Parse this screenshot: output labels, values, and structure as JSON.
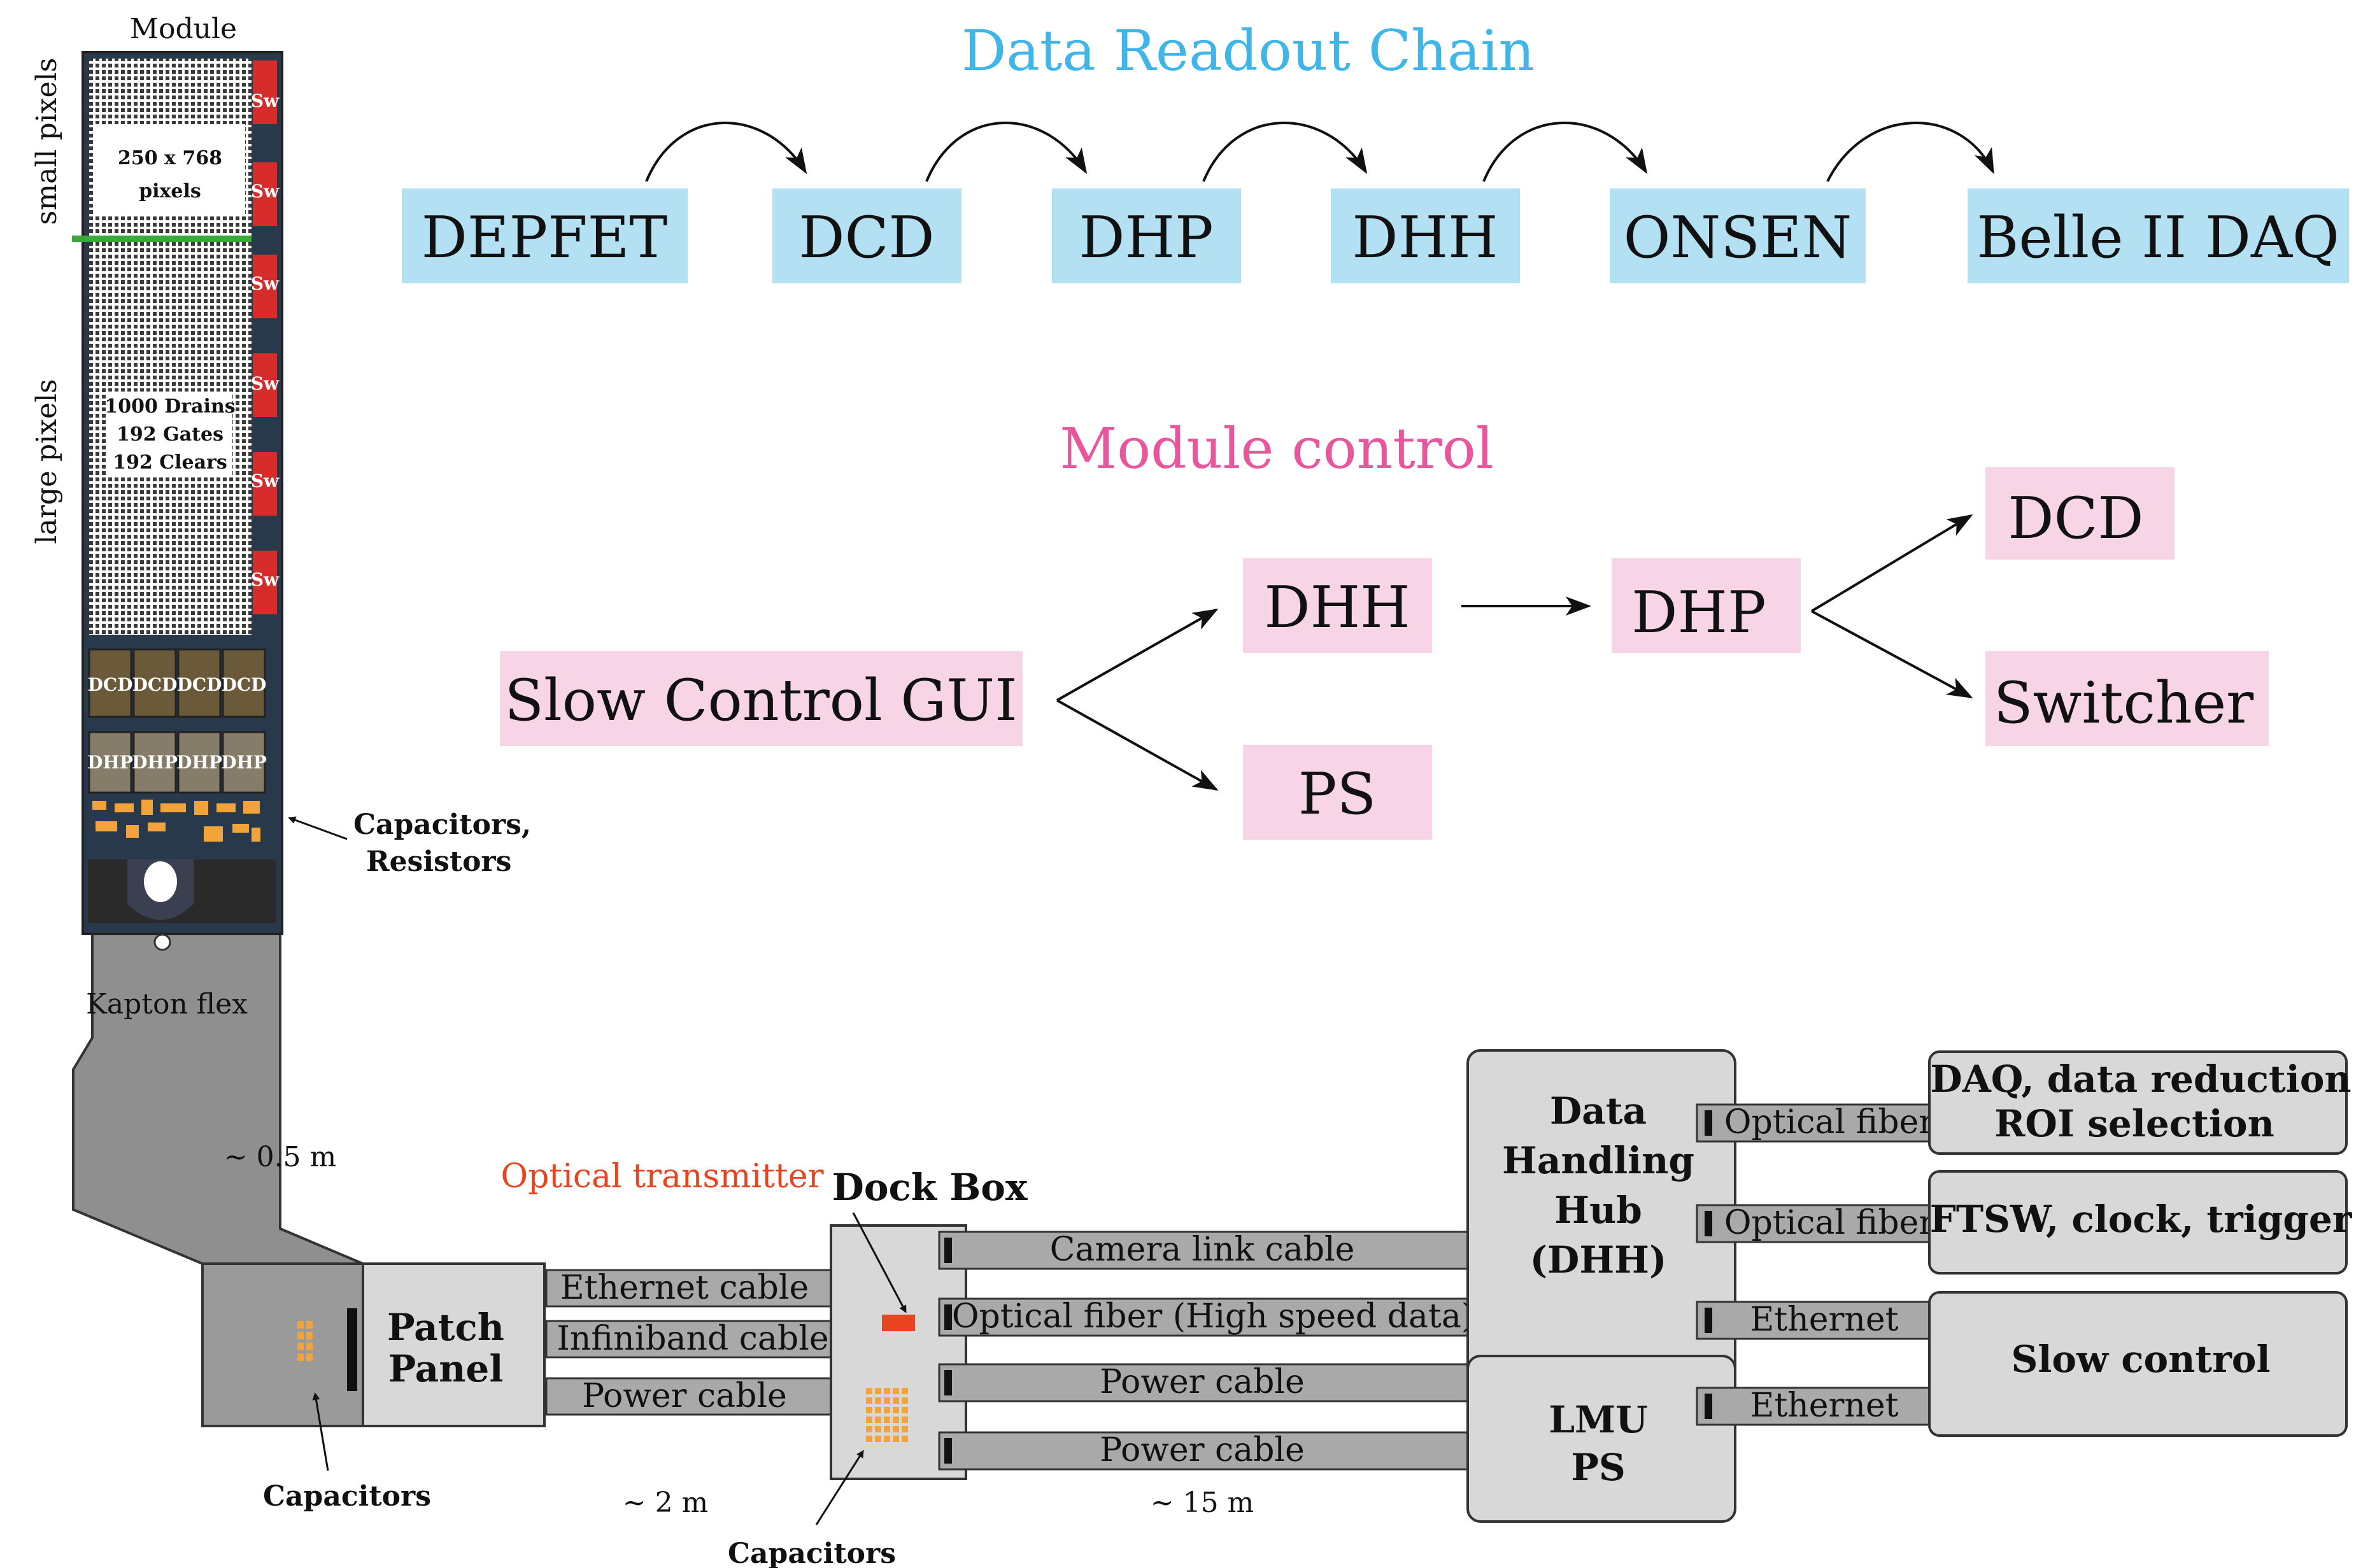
{
  "readout": {
    "title": "Data Readout Chain",
    "chain": [
      "DEPFET",
      "DCD",
      "DHP",
      "DHH",
      "ONSEN",
      "Belle II DAQ"
    ]
  },
  "control": {
    "title": "Module control",
    "source": "Slow Control GUI",
    "dhh": "DHH",
    "ps": "PS",
    "dhp": "DHP",
    "dcd": "DCD",
    "switcher": "Switcher"
  },
  "module": {
    "title": "Module",
    "small_pixels": "small pixels",
    "large_pixels": "large pixels",
    "pixels_line1": "250 x 768",
    "pixels_line2": "pixels",
    "drains": "1000 Drains",
    "gates": "192 Gates",
    "clears": "192 Clears",
    "switcher_label": "Sw",
    "dcd_label": "DCD",
    "dhp_label": "DHP",
    "capacitors_resistors_line1": "Capacitors,",
    "capacitors_resistors_line2": "Resistors",
    "kapton": "Kapton flex",
    "flex_length": "~ 0.5 m"
  },
  "setup": {
    "patch_panel_line1": "Patch",
    "patch_panel_line2": "Panel",
    "capacitors_patch": "Capacitors",
    "capacitors_dock": "Capacitors",
    "optical_transmitter": "Optical transmitter",
    "dock_box": "Dock Box",
    "patch_cables": [
      "Ethernet cable",
      "Infiniband cable",
      "Power cable"
    ],
    "patch_length": "~ 2 m",
    "dock_cables": [
      "Camera link cable",
      "Optical fiber (High speed data)",
      "Power cable",
      "Power cable"
    ],
    "dock_length": "~ 15 m",
    "dhh_lines": [
      "Data",
      "Handling",
      "Hub",
      "(DHH)"
    ],
    "lmu_lines": [
      "LMU",
      "PS"
    ],
    "right_cables": [
      "Optical fiber",
      "Optical fiber",
      "Ethernet",
      "Ethernet"
    ],
    "daq_line1": "DAQ, data reduction",
    "daq_line2": "ROI selection",
    "ftsw": "FTSW, clock, trigger",
    "slow_control": "Slow control"
  },
  "colors": {
    "readout_title": "#3fb5e8",
    "readout_box": "#b3e0f2",
    "control_title": "#e8579c",
    "control_box": "#f8d5e6",
    "optical_transmitter": "#e8441f",
    "capacitor": "#f2a33a",
    "switcher": "#d62c2c",
    "pixel_divider": "#3aa83a"
  }
}
